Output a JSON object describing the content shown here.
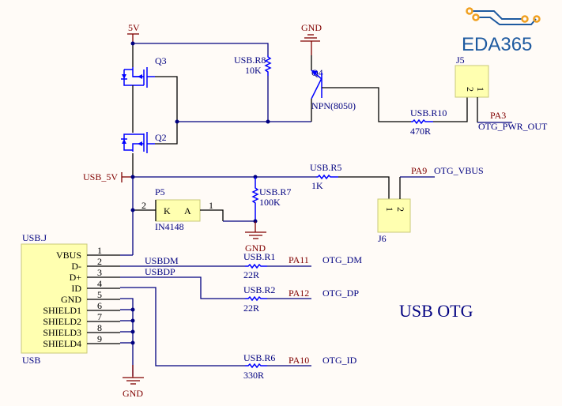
{
  "title": "USB OTG",
  "logo": {
    "text": "EDA365",
    "trace_color": "#1e5aa0",
    "pad_color": "#f0a020"
  },
  "colors": {
    "wire": "#000080",
    "component": "#0000ff",
    "net_label": "#800000",
    "box_fill": "#ffffb0",
    "background": "#fffbf7"
  },
  "power": {
    "v5": "5V",
    "gnd": "GND",
    "usb_5v": "USB_5V"
  },
  "transistors": {
    "q3": "Q3",
    "q2": "Q2",
    "q4": "Q4",
    "q4_type": "NPN(8050)"
  },
  "resistors": {
    "r8": {
      "ref": "USB.R8",
      "value": "10K"
    },
    "r10": {
      "ref": "USB.R10",
      "value": "470R"
    },
    "r5": {
      "ref": "USB.R5",
      "value": "1K"
    },
    "r7": {
      "ref": "USB.R7",
      "value": "100K"
    },
    "r1": {
      "ref": "USB.R1",
      "value": "22R"
    },
    "r2": {
      "ref": "USB.R2",
      "value": "22R"
    },
    "r6": {
      "ref": "USB.R6",
      "value": "330R"
    }
  },
  "connectors": {
    "j5": {
      "ref": "J5",
      "pins": [
        "2",
        "1"
      ]
    },
    "j6": {
      "ref": "J6",
      "pins": [
        "1",
        "2"
      ]
    }
  },
  "diode": {
    "ref": "P5",
    "part": "IN4148",
    "k": "K",
    "a": "A",
    "pin_k": "2",
    "pin_a": "1"
  },
  "usb_connector": {
    "ref": "USB.J",
    "part": "USB",
    "pins": [
      {
        "num": "1",
        "name": "VBUS"
      },
      {
        "num": "2",
        "name": "D-"
      },
      {
        "num": "3",
        "name": "D+"
      },
      {
        "num": "4",
        "name": "ID"
      },
      {
        "num": "5",
        "name": "GND"
      },
      {
        "num": "6",
        "name": "SHIELD1"
      },
      {
        "num": "7",
        "name": "SHIELD2"
      },
      {
        "num": "8",
        "name": "SHIELD3"
      },
      {
        "num": "9",
        "name": "SHIELD4"
      }
    ]
  },
  "nets": {
    "usbdm": "USBDM",
    "usbdp": "USBDP",
    "pa3": "PA3",
    "otg_pwr_out": "OTG_PWR_OUT",
    "pa9": "PA9",
    "otg_vbus": "OTG_VBUS",
    "pa11": "PA11",
    "otg_dm": "OTG_DM",
    "pa12": "PA12",
    "otg_dp": "OTG_DP",
    "pa10": "PA10",
    "otg_id": "OTG_ID"
  }
}
